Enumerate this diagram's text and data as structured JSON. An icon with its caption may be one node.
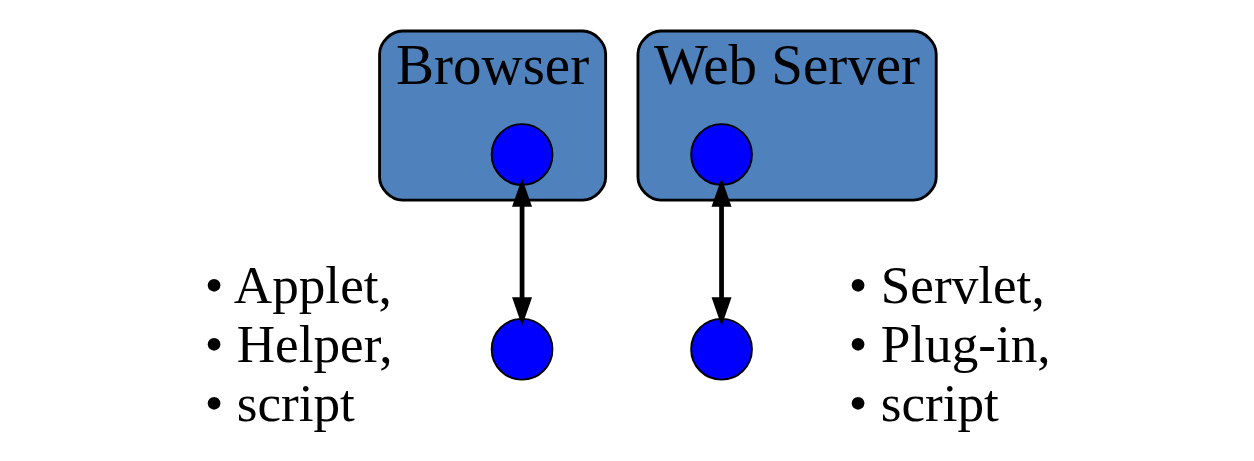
{
  "diagram": {
    "nodes": [
      {
        "text": [
          "Browser"
        ]
      },
      {
        "text": [],
        "shape": "circle",
        "in": 0
      },
      {
        "text": [],
        "shape": "circle",
        "beside": [
          "• Applet,",
          "• Helper,",
          "• script"
        ]
      },
      {
        "text": [
          "Web Server"
        ]
      },
      {
        "text": [],
        "shape": "circle",
        "in": 3
      },
      {
        "text": [],
        "shape": "circle",
        "beside": [
          "• Servlet,",
          "• Plug-in,",
          "• script"
        ]
      }
    ],
    "edges": [
      {
        "from": 1,
        "to": 2,
        "arrow": "both"
      },
      {
        "from": 4,
        "to": 5,
        "arrow": "both"
      }
    ]
  }
}
